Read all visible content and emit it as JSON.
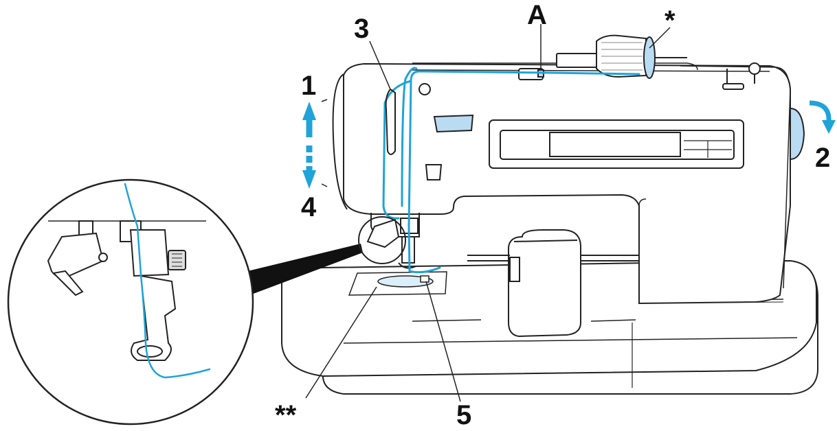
{
  "labels": {
    "one": "1",
    "two": "2",
    "three": "3",
    "four": "4",
    "five": "5",
    "a": "A",
    "star": "*",
    "double_star": "**"
  },
  "colors": {
    "thread": "#1fa3d9",
    "accent_fill": "#b9dcf3",
    "outline": "#222222",
    "background": "#ffffff"
  }
}
